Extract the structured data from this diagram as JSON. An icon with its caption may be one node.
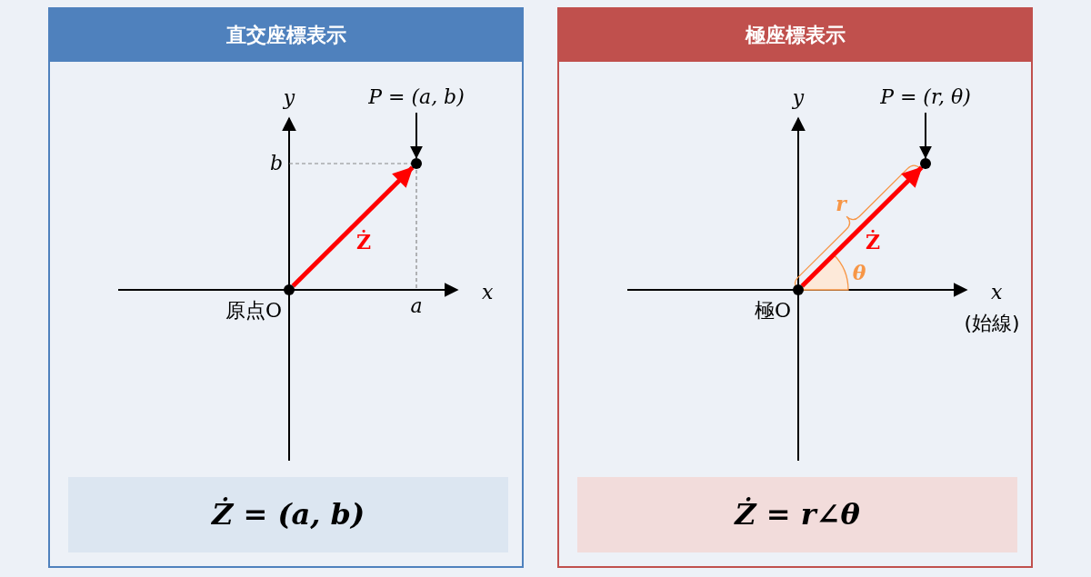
{
  "diagram": {
    "nodes": [
      {
        "text": [
          "直交座標表示"
        ]
      },
      {
        "text": [
          "P = (a, b)"
        ],
        "in": 0
      },
      {
        "text": [],
        "shape": "circle",
        "in": 0
      },
      {
        "text": [],
        "shape": "circle",
        "in": 0,
        "beside": [
          "原点O"
        ]
      },
      {
        "text": [
          "Ż = (a, b)"
        ],
        "in": 0
      },
      {
        "text": [
          "極座標表示"
        ]
      },
      {
        "text": [
          "P = (r, θ)"
        ],
        "in": 5
      },
      {
        "text": [],
        "shape": "circle",
        "in": 5
      },
      {
        "text": [],
        "shape": "circle",
        "in": 5,
        "beside": [
          "極O"
        ]
      },
      {
        "text": [
          "Ż = r∠θ"
        ],
        "in": 5
      }
    ],
    "edges": [
      {
        "from": 1,
        "to": 2,
        "arrow": "to"
      },
      {
        "from": 3,
        "to": 2,
        "arrow": "to",
        "label": "Ż",
        "style": "thick",
        "color": "#ff0000"
      },
      {
        "from": 6,
        "to": 7,
        "arrow": "to"
      },
      {
        "from": 8,
        "to": 7,
        "arrow": "to",
        "label": "Ż",
        "style": "thick",
        "color": "#ff0000"
      }
    ],
    "labels": [
      "y",
      "b",
      "x",
      "a",
      "y",
      "r",
      "θ",
      "x",
      "(始線)"
    ]
  }
}
